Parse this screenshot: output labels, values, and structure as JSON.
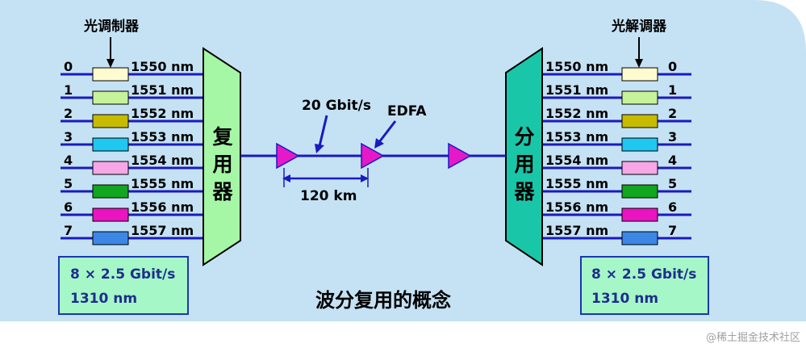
{
  "diagram": {
    "title": "波分复用的概念",
    "watermark": "@稀土掘金技术社区",
    "modulator_label": "光调制器",
    "demodulator_label": "光解调器",
    "mux_label": "复用器",
    "demux_label": "分用器",
    "bitrate_label": "20 Gbit/s",
    "amplifier_label": "EDFA",
    "span_label": "120 km",
    "left_box": {
      "line1": "8 × 2.5 Gbit/s",
      "line2": "1310 nm"
    },
    "right_box": {
      "line1": "8 × 2.5 Gbit/s",
      "line2": "1310 nm"
    },
    "channels": [
      {
        "index": "0",
        "wavelength": "1550 nm",
        "color": "#fffbd0"
      },
      {
        "index": "1",
        "wavelength": "1551 nm",
        "color": "#c6f29a"
      },
      {
        "index": "2",
        "wavelength": "1552 nm",
        "color": "#c6bb00"
      },
      {
        "index": "3",
        "wavelength": "1553 nm",
        "color": "#1ec8f0"
      },
      {
        "index": "4",
        "wavelength": "1554 nm",
        "color": "#f7a6e6"
      },
      {
        "index": "5",
        "wavelength": "1555 nm",
        "color": "#12a51e"
      },
      {
        "index": "6",
        "wavelength": "1556 nm",
        "color": "#ea14c0"
      },
      {
        "index": "7",
        "wavelength": "1557 nm",
        "color": "#3c86e6"
      }
    ],
    "colors": {
      "background": "#c5e2f4",
      "fiber": "#1a1ac0",
      "mux_fill": "#a5f7a5",
      "demux_fill": "#1ac6a8",
      "amplifier": "#e619c8",
      "box_fill": "#a5f7c8",
      "box_border": "#1a37b0",
      "label_text": "#1f2e8c"
    }
  }
}
